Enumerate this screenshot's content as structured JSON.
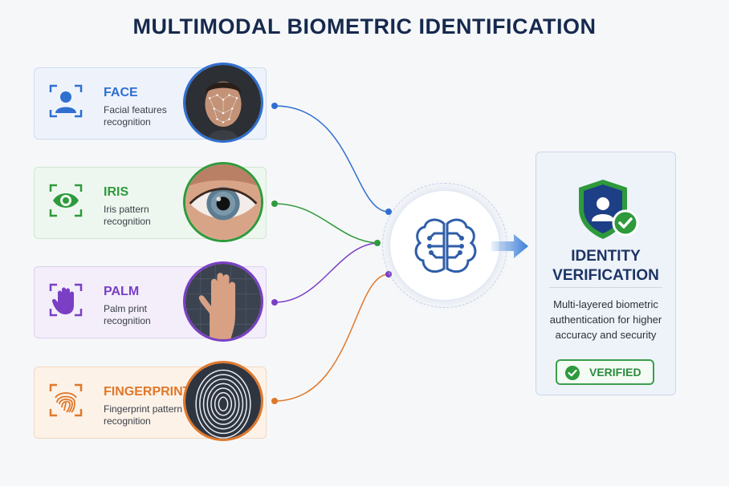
{
  "title": "MULTIMODAL BIOMETRIC IDENTIFICATION",
  "modalities": [
    {
      "name": "FACE",
      "desc": "Facial features recognition",
      "color": "#2f6fd0",
      "icon": "face-scan-icon"
    },
    {
      "name": "IRIS",
      "desc": "Iris pattern recognition",
      "color": "#2e9a3c",
      "icon": "eye-icon"
    },
    {
      "name": "PALM",
      "desc": "Palm print recognition",
      "color": "#7a3fc4",
      "icon": "palm-icon"
    },
    {
      "name": "FINGERPRINT",
      "desc": "Fingerprint pattern recognition",
      "color": "#e0782a",
      "icon": "fingerprint-icon"
    }
  ],
  "center": {
    "icon": "brain-circuit-icon"
  },
  "result": {
    "title": "IDENTITY VERIFICATION",
    "desc": "Multi-layered biometric authentication for higher accuracy and security",
    "badge": "VERIFIED",
    "icon": "shield-user-check-icon"
  }
}
